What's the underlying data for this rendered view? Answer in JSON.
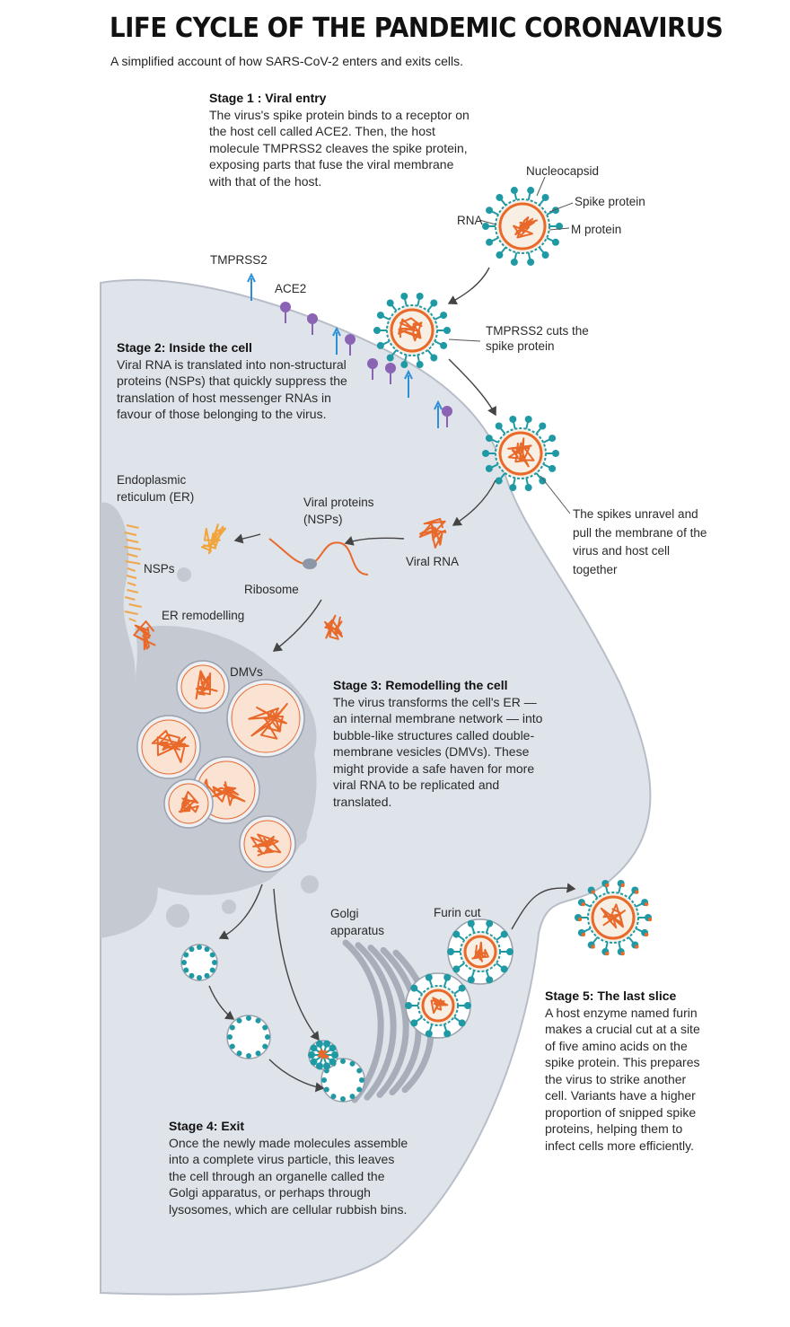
{
  "title": "LIFE CYCLE OF THE PANDEMIC CORONAVIRUS",
  "subtitle": "A simplified account of how SARS-CoV-2 enters and exits cells.",
  "stages": [
    {
      "heading": "Stage 1 : Viral entry",
      "body": "The virus's spike protein binds to a receptor on the host cell called ACE2. Then, the host molecule TMPRSS2 cleaves the spike protein, exposing parts that fuse the viral membrane with that of the host."
    },
    {
      "heading": "Stage 2: Inside the cell",
      "body": "Viral RNA is translated into non-structural proteins (NSPs) that quickly suppress the translation of host messenger RNAs in favour of those belonging to the virus."
    },
    {
      "heading": "Stage 3: Remodelling the cell",
      "body": "The virus transforms the cell's ER — an internal membrane network — into bubble-like structures called double-membrane vesicles (DMVs). These might provide a safe haven for more viral RNA to be replicated and translated."
    },
    {
      "heading": "Stage 4: Exit",
      "body": "Once the newly made molecules assemble into a complete virus particle, this leaves the cell through an organelle called the Golgi apparatus, or perhaps through lysosomes, which are cellular rubbish bins."
    },
    {
      "heading": "Stage 5: The last slice",
      "body": "A host enzyme named furin makes a crucial cut at a site of five amino acids on the spike protein. This prepares the virus to strike another cell. Variants have a higher proportion of snipped spike proteins, helping them to infect cells more efficiently."
    }
  ],
  "labels": {
    "nucleocapsid": "Nucleocapsid",
    "spike_protein": "Spike protein",
    "rna": "RNA",
    "m_protein": "M protein",
    "tmprss2": "TMPRSS2",
    "ace2": "ACE2",
    "tmprss2_cuts": "TMPRSS2 cuts the spike protein",
    "spikes_unravel": "The spikes unravel and pull the membrane of the virus and host cell together",
    "er": "Endoplasmic reticulum (ER)",
    "viral_proteins": "Viral proteins (NSPs)",
    "nsps": "NSPs",
    "ribosome": "Ribosome",
    "viral_rna": "Viral RNA",
    "er_remodelling": "ER remodelling",
    "dmvs": "DMVs",
    "golgi": "Golgi apparatus",
    "furin_cut": "Furin cut"
  },
  "colors": {
    "cell": "#dfe3ea",
    "cell_edge": "#b8bec8",
    "er": "#c4c9d2",
    "orange": "#e8692a",
    "teal": "#1f9aa5",
    "purple": "#8a63b5",
    "blue": "#2e8fd6",
    "arrow": "#444444"
  }
}
